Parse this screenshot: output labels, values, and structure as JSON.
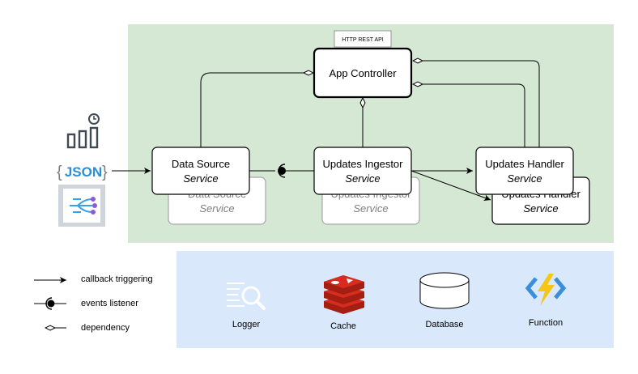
{
  "colors": {
    "top_panel": "#d5e8d4",
    "bottom_panel": "#dae8fc",
    "box_fill": "#ffffff",
    "box_stroke": "#000000",
    "ghost_stroke": "#a6a6a6",
    "ghost_text": "#808080",
    "icon_dark": "#404a55",
    "json_blue": "#2b8fd6",
    "redis_red": "#d82c20",
    "azure_blue": "#3a8fd8",
    "bolt_yellow": "#f5c518"
  },
  "api_label": "HTTP REST API",
  "app_controller": {
    "label": "App Controller"
  },
  "services": {
    "data_source": {
      "name": "Data Source",
      "type": "Service"
    },
    "updates_ingestor": {
      "name": "Updates Ingestor",
      "type": "Service"
    },
    "updates_handler": {
      "name": "Updates Handler",
      "type": "Service"
    }
  },
  "ghost_services": {
    "data_source": {
      "name": "Data Source",
      "type": "Service"
    },
    "updates_ingestor": {
      "name": "Updates Ingestor",
      "type": "Service"
    },
    "updates_handler": {
      "name": "Updates Handler",
      "type": "Service"
    }
  },
  "sources": {
    "chart_icon": "bar-chart-clock-icon",
    "json_label": "JSON",
    "hub_icon": "event-stream-icon"
  },
  "infrastructure": [
    {
      "label": "Logger",
      "icon": "logger-search-icon"
    },
    {
      "label": "Cache",
      "icon": "redis-icon"
    },
    {
      "label": "Database",
      "icon": "database-cylinder-icon"
    },
    {
      "label": "Function",
      "icon": "azure-function-icon"
    }
  ],
  "legend": [
    {
      "label": "callback triggering",
      "symbol": "arrow"
    },
    {
      "label": "events listener",
      "symbol": "socket"
    },
    {
      "label": "dependency",
      "symbol": "diamond"
    }
  ]
}
